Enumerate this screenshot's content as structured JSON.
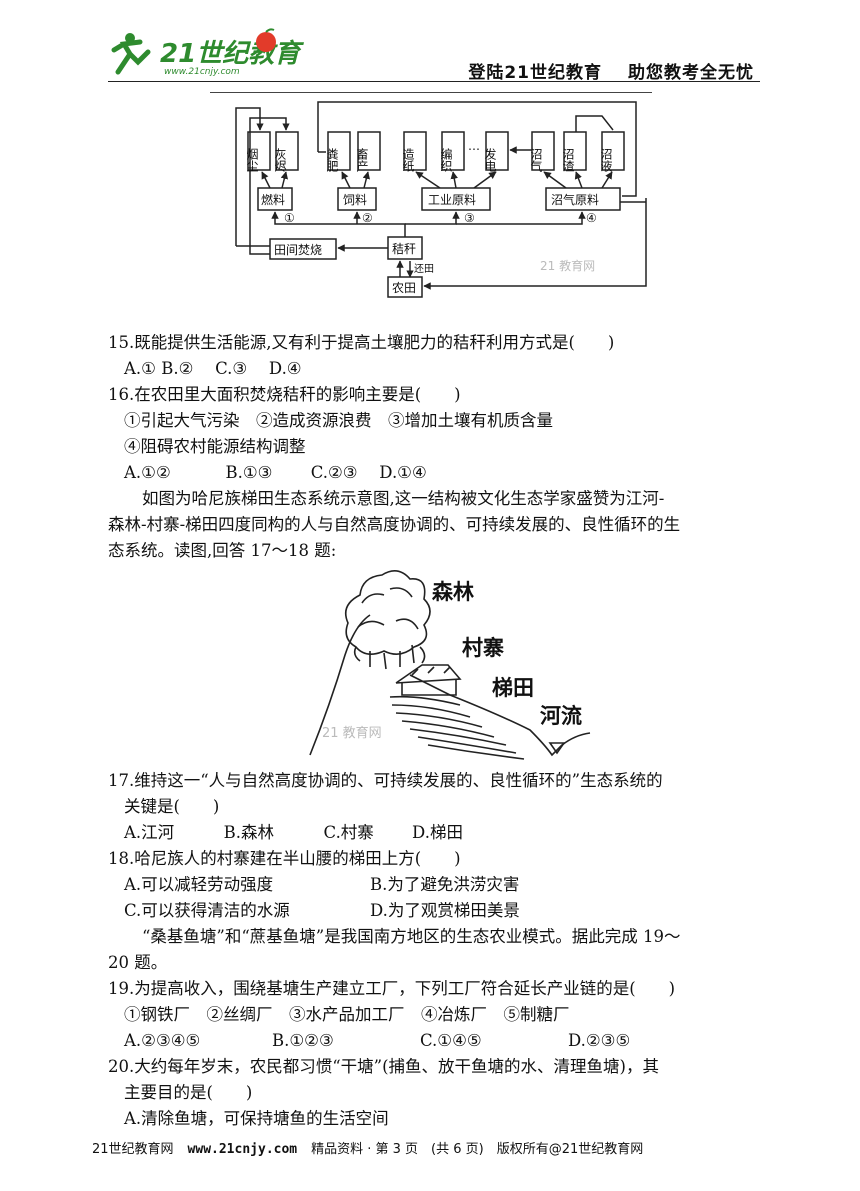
{
  "header": {
    "logo_text": "21世纪教育",
    "logo_url": "www.21cnjy.com",
    "slogan_left": "登陆21世纪教育",
    "slogan_right": "助您教考全无忧"
  },
  "diagram1": {
    "top_boxes": [
      "烟尘",
      "灰烬",
      "粪肥",
      "畜产",
      "造纸",
      "编织",
      "…",
      "发电",
      "沼气",
      "沼渣",
      "沼液"
    ],
    "mid_boxes": [
      "燃料",
      "饲料",
      "工业原料",
      "沼气原料"
    ],
    "numbers": [
      "①",
      "②",
      "③",
      "④"
    ],
    "field_burn": "田间焚烧",
    "straw": "秸秆",
    "return_label": "还田",
    "farmland": "农田",
    "watermark": "21 教育网"
  },
  "questions": {
    "q15": {
      "stem": "15.既能提供生活能源,又有利于提高土壤肥力的秸秆利用方式是(　　)",
      "options": "A.① B.②　 C.③　 D.④"
    },
    "q16": {
      "stem": "16.在农田里大面积焚烧秸秆的影响主要是(　　)",
      "line1": "①引起大气污染　②造成资源浪费　③增加土壤有机质含量",
      "line2": "④阻碍农村能源结构调整",
      "options": "A.①②　　　 B.①③　　 C.②③　 D.①④"
    },
    "intro17": {
      "line1": "如图为哈尼族梯田生态系统示意图,这一结构被文化生态学家盛赞为江河-",
      "line2": "森林-村寨-梯田四度同构的人与自然高度协调的、可持续发展的、良性循环的生",
      "line3": "态系统。读图,回答 17～18 题:"
    },
    "q17": {
      "stem1": "17.维持这一“人与自然高度协调的、可持续发展的、良性循环的”生态系统的",
      "stem2": "关键是(　　)",
      "options": "A.江河　　　B.森林　　　C.村寨　　 D.梯田"
    },
    "q18": {
      "stem": "18.哈尼族人的村寨建在半山腰的梯田上方(　　)",
      "optA": "A.可以减轻劳动强度",
      "optB": "B.为了避免洪涝灾害",
      "optC": "C.可以获得清洁的水源",
      "optD": "D.为了观赏梯田美景"
    },
    "intro19": {
      "line1": "“桑基鱼塘”和“蔗基鱼塘”是我国南方地区的生态农业模式。据此完成 19～",
      "line2": "20 题。"
    },
    "q19": {
      "stem": "19.为提高收入，围绕基塘生产建立工厂，下列工厂符合延长产业链的是(　　)",
      "line1": "①钢铁厂　②丝绸厂　③水产品加工厂　④冶炼厂　⑤制糖厂",
      "options": [
        "A.②③④⑤",
        "B.①②③",
        "C.①④⑤",
        "D.②③⑤"
      ]
    },
    "q20": {
      "stem1": "20.大约每年岁末，农民都习惯“干塘”(捕鱼、放干鱼塘的水、清理鱼塘)，其",
      "stem2": "主要目的是(　　)",
      "optA": "A.清除鱼塘，可保持塘鱼的生活空间"
    }
  },
  "diagram2": {
    "labels": [
      "森林",
      "村寨",
      "梯田",
      "河流"
    ],
    "watermark": "21 教育网"
  },
  "footer": {
    "left": "21世纪教育网",
    "url": "www.21cnjy.com",
    "page": "精品资料 · 第 3 页　(共 6 页)",
    "copyright": "版权所有@21世纪教育网"
  }
}
